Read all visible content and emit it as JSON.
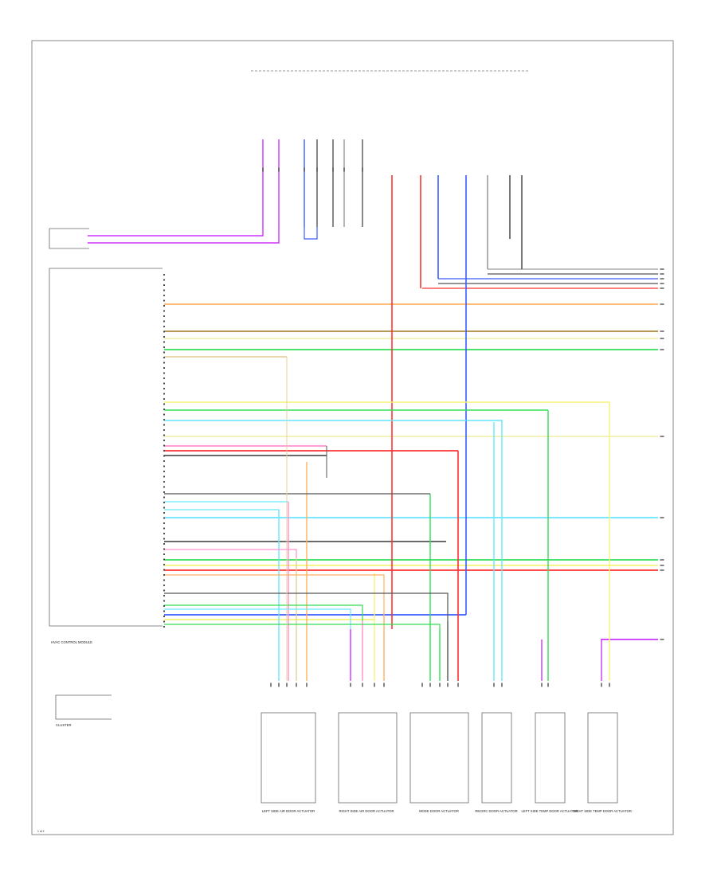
{
  "diagram": {
    "module_main_label": "HVAC CONTROL MODULE",
    "cluster_label": "CLUSTER",
    "page_ref": "1 of 2",
    "colors": {
      "red": "#ff3333",
      "blue": "#3b5bff",
      "orange": "#ffb060",
      "yellow": "#f7f27a",
      "light_yellow": "#f0f0b0",
      "green": "#33dd55",
      "cyan": "#66e6ff",
      "purple": "#cc33ff",
      "gray": "#9a9a9a",
      "dark": "#555555",
      "pink": "#ff8fd0",
      "tan": "#e7d09a",
      "brown": "#b0843d"
    },
    "bottom_modules": [
      "LEFT SIDE AIR DOOR ACTUATOR",
      "RIGHT SIDE AIR DOOR ACTUATOR",
      "MODE DOOR ACTUATOR",
      "RECIRC DOOR ACTUATOR",
      "LEFT SIDE TEMP DOOR ACTUATOR",
      "RIGHT SIDE TEMP DOOR ACTUATOR"
    ]
  }
}
